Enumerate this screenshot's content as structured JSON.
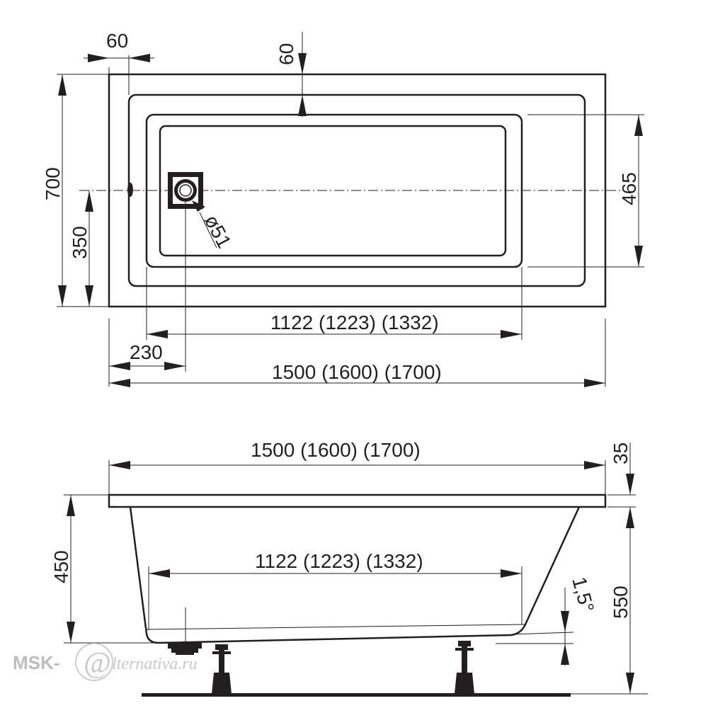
{
  "top_view": {
    "dim_rim_left": "60",
    "dim_rim_top": "60",
    "dim_width": "700",
    "dim_half_width": "350",
    "dim_inner_width": "465",
    "dim_drain": "ø51",
    "dim_inner_length": "1122 (1223) (1332)",
    "dim_drain_offset": "230",
    "dim_length": "1500 (1600) (1700)"
  },
  "side_view": {
    "dim_length": "1500 (1600) (1700)",
    "dim_rim_thickness": "35",
    "dim_depth": "450",
    "dim_inner_length": "1122 (1223) (1332)",
    "dim_slope": "1,5°",
    "dim_height": "550"
  },
  "watermark": {
    "prefix": "MSK-",
    "at": "@",
    "suffix": "lternativa.ru"
  }
}
